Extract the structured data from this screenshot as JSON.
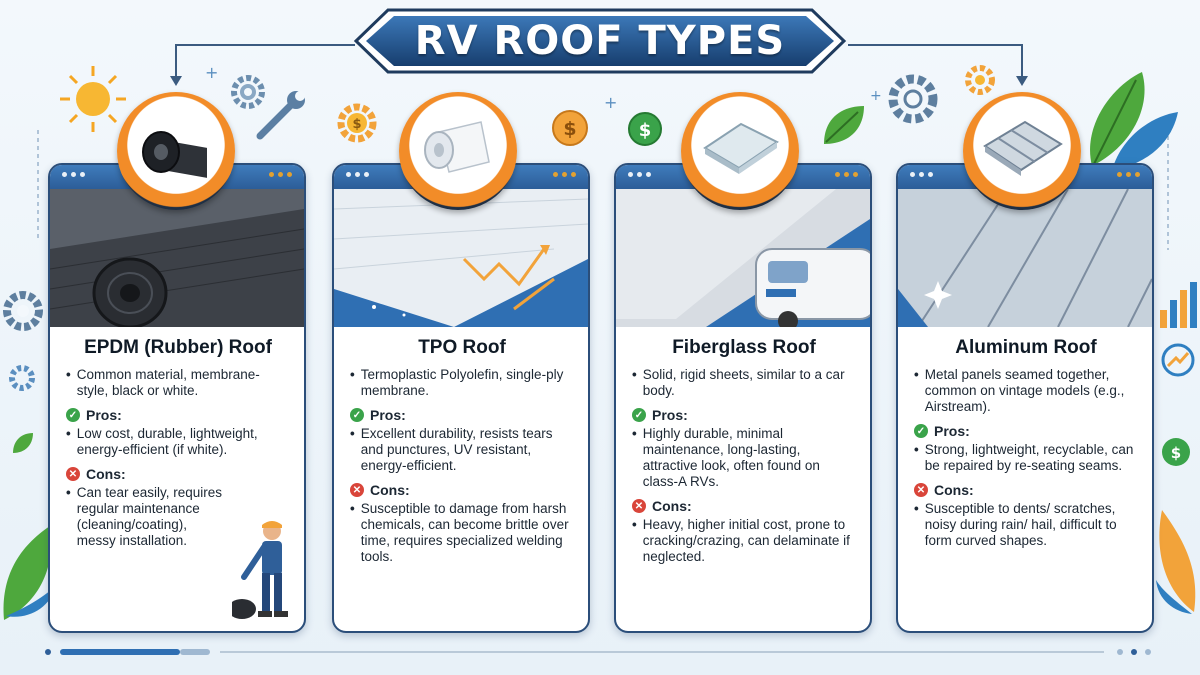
{
  "title": "RV ROOF TYPES",
  "pros_label": "Pros:",
  "cons_label": "Cons:",
  "cards": [
    {
      "title": "EPDM (Rubber) Roof",
      "description": "Common material, membrane-style, black or white.",
      "pros": "Low cost, durable, lightweight, energy-efficient (if white).",
      "cons": "Can tear easily, requires regular maintenance (cleaning/coating), messy installation."
    },
    {
      "title": "TPO Roof",
      "description": "Termoplastic Polyolefin, single-ply membrane.",
      "pros": "Excellent durability, resists tears and punctures, UV resistant, energy-efficient.",
      "cons": "Susceptible to damage from harsh chemicals, can become brittle over time, requires specialized welding tools."
    },
    {
      "title": "Fiberglass Roof",
      "description": "Solid, rigid sheets, similar to a car body.",
      "pros": "Highly durable, minimal maintenance, long-lasting, attractive look, often found on class-A RVs.",
      "cons": "Heavy, higher initial cost, prone to cracking/crazing, can delaminate if neglected."
    },
    {
      "title": "Aluminum Roof",
      "description": "Metal panels seamed together, common on vintage models (e.g., Airstream).",
      "pros": "Strong, lightweight, recyclable, can be repaired by re-seating seams.",
      "cons": "Susceptible to dents/ scratches, noisy during rain/ hail, difficult to form curved shapes."
    }
  ],
  "colors": {
    "card_border": "#2b4e7a",
    "header_blue": "#3f7cbc",
    "accent_orange": "#f28c28",
    "pros_green": "#3aa34a",
    "cons_red": "#d9453a"
  },
  "icons": [
    "sun-icon",
    "gear-icon",
    "wrench-icon",
    "dollar-coin-icon",
    "leaf-icon",
    "bar-chart-icon",
    "worker-icon",
    "check-icon",
    "x-icon"
  ]
}
